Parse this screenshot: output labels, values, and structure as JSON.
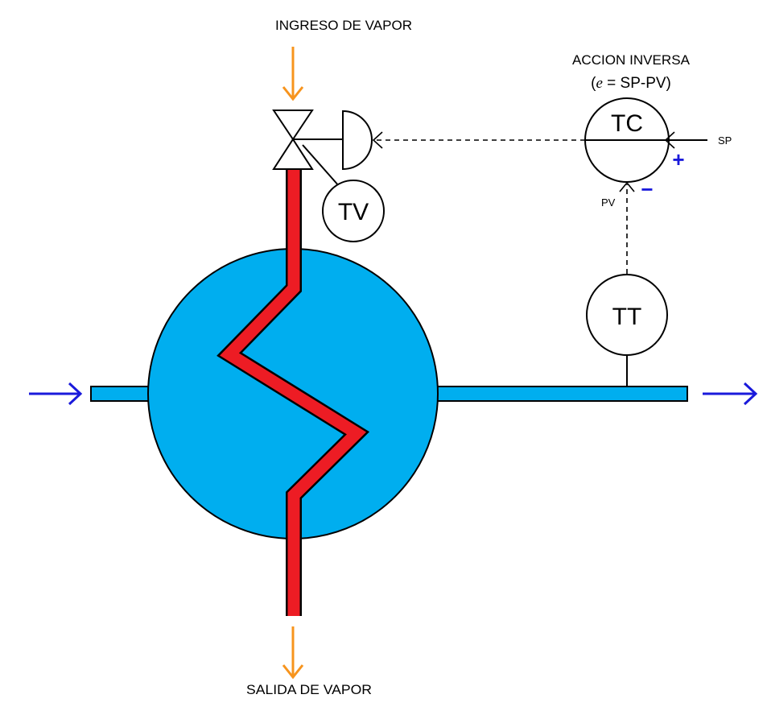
{
  "labels": {
    "steam_in": "INGRESO DE VAPOR",
    "steam_out": "SALIDA DE VAPOR",
    "action_title": "ACCION INVERSA",
    "action_open": "(",
    "action_var": "e",
    "action_rest": " = SP-PV)"
  },
  "instruments": {
    "tc": "TC",
    "tv": "TV",
    "tt": "TT"
  },
  "signals": {
    "sp": "SP",
    "pv": "PV",
    "plus": "+",
    "minus": "−"
  },
  "colors": {
    "vessel_fill": "#00aeef",
    "pipe_fill": "#00aeef",
    "coil_fill": "#ed1c24",
    "steam_arrow": "#f7941d",
    "flow_arrow": "#1a1adb",
    "sign_color": "#1a1adb",
    "line": "#000000"
  },
  "icons": {
    "valve": "control-valve-icon",
    "actuator": "diaphragm-actuator-icon",
    "flow_in": "arrow-right-icon",
    "flow_out": "arrow-right-icon",
    "steam_in": "arrow-down-icon",
    "steam_out": "arrow-down-icon"
  }
}
